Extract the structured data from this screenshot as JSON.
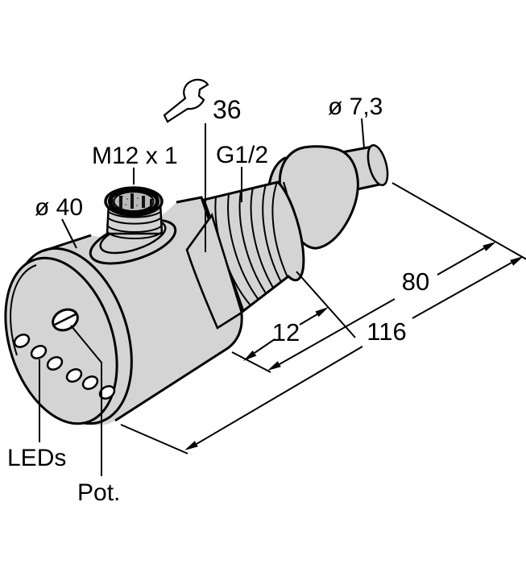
{
  "drawing": {
    "background": "#ffffff",
    "body_fill": "#d4d4d4",
    "line_color": "#000000",
    "connector_face_fill": "#b9b9b9",
    "labels": {
      "body_diameter": "ø 40",
      "connector_thread": "M12 x 1",
      "wrench_size": "36",
      "process_connection": "G1/2",
      "tip_diameter": "ø 7,3",
      "leds": "LEDs",
      "potentiometer": "Pot."
    },
    "dimensions": {
      "thread_length": "12",
      "insertion_length": "80",
      "total_length": "116"
    }
  }
}
